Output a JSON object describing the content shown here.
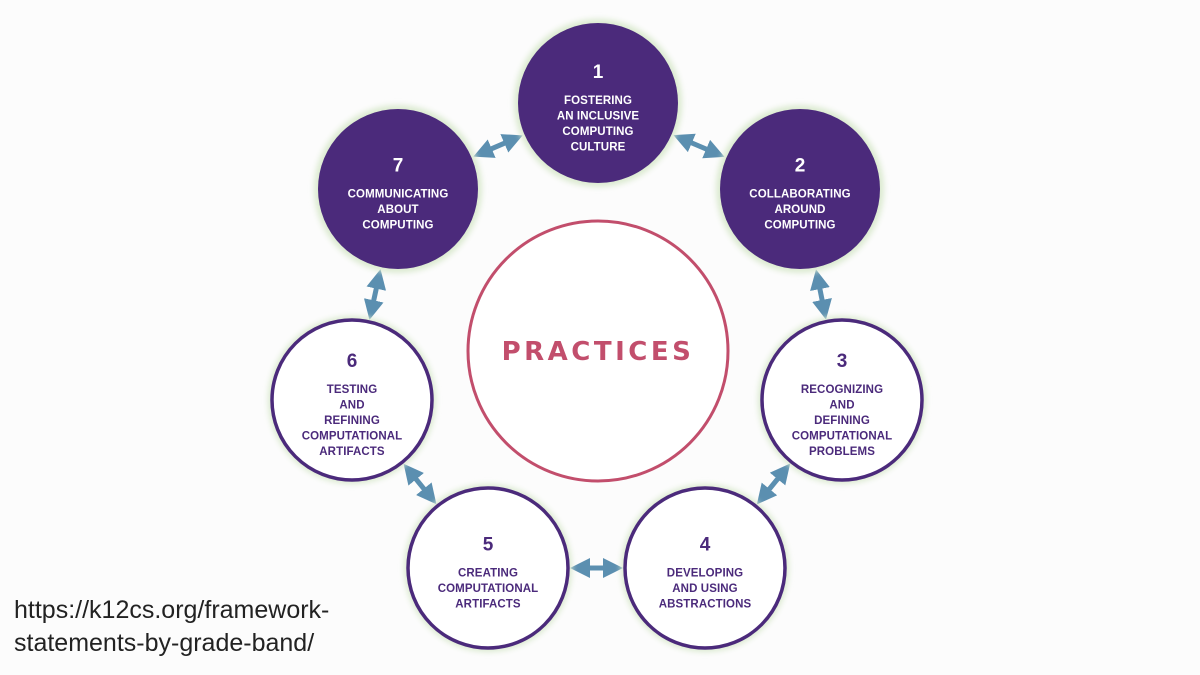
{
  "colors": {
    "purple": "#4b2a7b",
    "outline_purple": "#4b2a7b",
    "center_ring": "#c24e6c",
    "arrow": "#5b8fb0",
    "glow": "#dbead0",
    "white": "#ffffff"
  },
  "center": {
    "label": "PRACTICES"
  },
  "practices": [
    {
      "number": "1",
      "lines": [
        "FOSTERING",
        "AN INCLUSIVE",
        "COMPUTING",
        "CULTURE"
      ],
      "style": "filled"
    },
    {
      "number": "2",
      "lines": [
        "COLLABORATING",
        "AROUND",
        "COMPUTING"
      ],
      "style": "filled"
    },
    {
      "number": "3",
      "lines": [
        "RECOGNIZING",
        "AND",
        "DEFINING",
        "COMPUTATIONAL",
        "PROBLEMS"
      ],
      "style": "outlined"
    },
    {
      "number": "4",
      "lines": [
        "DEVELOPING",
        "AND USING",
        "ABSTRACTIONS"
      ],
      "style": "outlined"
    },
    {
      "number": "5",
      "lines": [
        "CREATING",
        "COMPUTATIONAL",
        "ARTIFACTS"
      ],
      "style": "outlined"
    },
    {
      "number": "6",
      "lines": [
        "TESTING",
        "AND",
        "REFINING",
        "COMPUTATIONAL",
        "ARTIFACTS"
      ],
      "style": "outlined"
    },
    {
      "number": "7",
      "lines": [
        "COMMUNICATING",
        "ABOUT",
        "COMPUTING"
      ],
      "style": "filled"
    }
  ],
  "source": {
    "line1": "https://k12cs.org/framework-",
    "line2": "statements-by-grade-band/"
  }
}
